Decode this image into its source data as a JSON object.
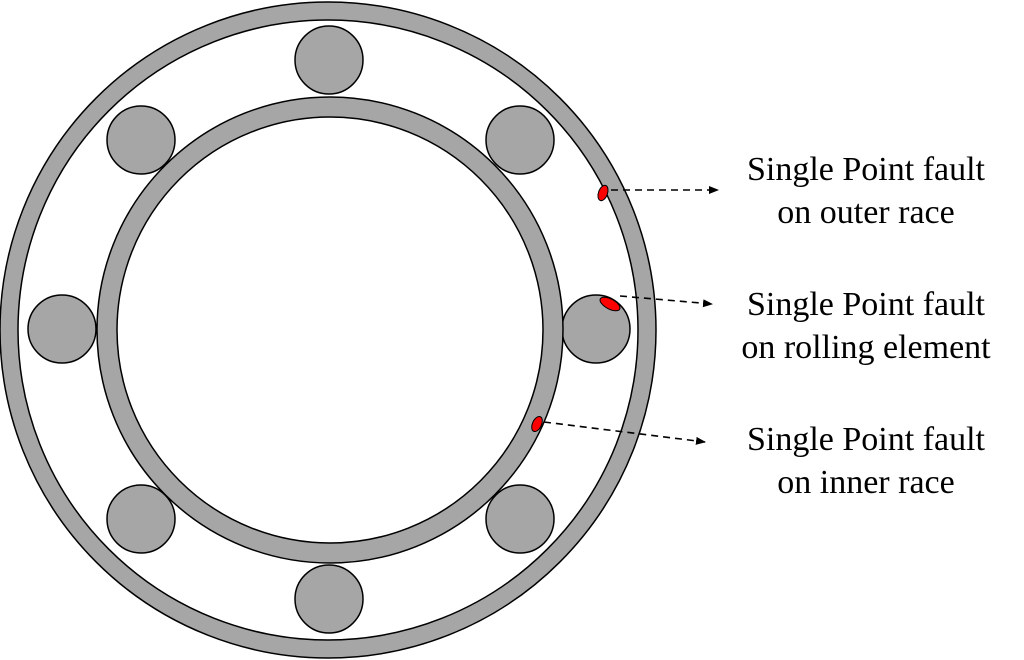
{
  "colors": {
    "steel": "#a6a6a6",
    "outline": "#000000",
    "fault": "#ff0000",
    "background": "#ffffff"
  },
  "labels": {
    "outer_race": {
      "line1": "Single Point fault",
      "line2": "on outer race"
    },
    "rolling_element": {
      "line1": "Single Point fault",
      "line2": "on rolling element"
    },
    "inner_race": {
      "line1": "Single Point fault",
      "line2": "on inner race"
    }
  }
}
